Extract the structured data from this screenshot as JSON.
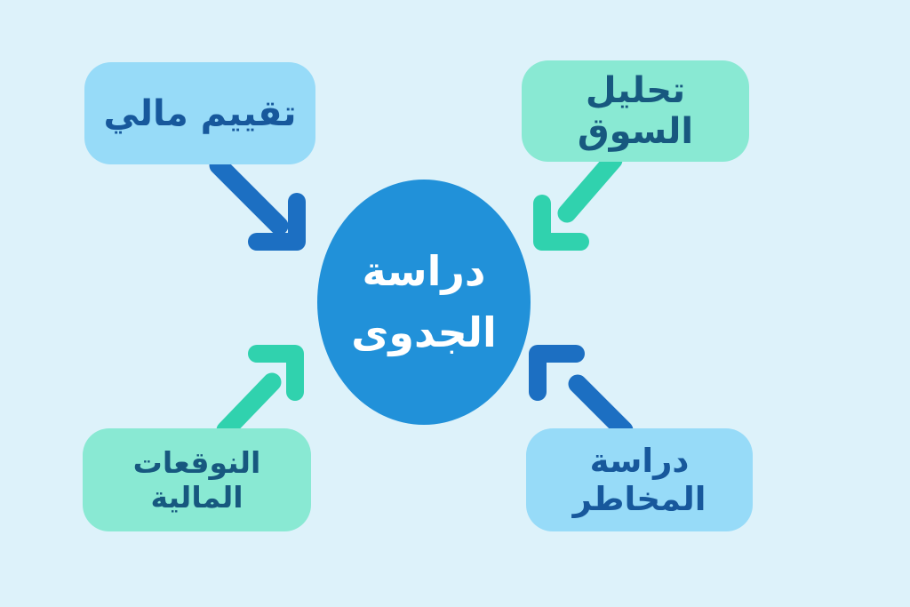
{
  "background_color": "#ddf2fa",
  "center": {
    "label_line1": "دراسة",
    "label_line2": "الجدوى",
    "fill": "#2191d9",
    "text_color": "#ffffff"
  },
  "nodes": [
    {
      "id": "financial-evaluation",
      "label": "تقييم مالي",
      "position": "top-left",
      "fill": "#97dbf8",
      "text_color": "#17589c"
    },
    {
      "id": "market-analysis",
      "label": "تحليل السوق",
      "position": "top-right",
      "fill": "#89e9d3",
      "text_color": "#17587f"
    },
    {
      "id": "financial-projections",
      "label": "النوقعات المالية",
      "position": "bottom-left",
      "fill": "#89e9d3",
      "text_color": "#17587f"
    },
    {
      "id": "risk-study",
      "label": "دراسة المخاطر",
      "position": "bottom-right",
      "fill": "#97dbf8",
      "text_color": "#17589c"
    }
  ],
  "arrows": [
    {
      "from": "financial-evaluation",
      "to": "center",
      "direction": "down-right",
      "color": "#1c6fc2"
    },
    {
      "from": "market-analysis",
      "to": "center",
      "direction": "down-left",
      "color": "#30d2ae"
    },
    {
      "from": "financial-projections",
      "to": "center",
      "direction": "up-right",
      "color": "#30d2ae"
    },
    {
      "from": "risk-study",
      "to": "center",
      "direction": "up-left",
      "color": "#1c6fc2"
    }
  ]
}
